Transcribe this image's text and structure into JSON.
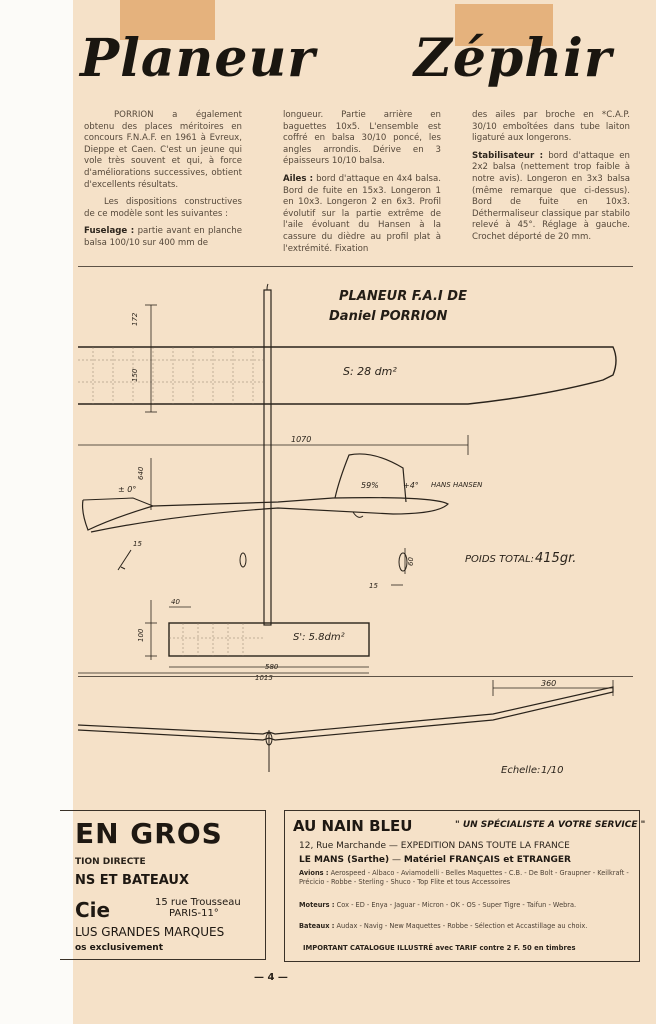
{
  "page": {
    "title_word1": "Planeur",
    "title_word2": "Zéphir",
    "page_number": "— 4 —"
  },
  "article": {
    "col1": {
      "p1": "PORRION a également obtenu des places méritoires en concours F.N.A.F. en 1961 à Evreux, Dieppe et Caen. C'est un jeune qui vole très souvent et qui, à force d'améliorations successives, obtient d'excellents résultats.",
      "p2": "Les dispositions constructives de ce modèle sont les suivantes :",
      "p3_label": "Fuselage :",
      "p3": "partie avant en planche balsa 100/10 sur 400 mm de"
    },
    "col2": {
      "p1": "longueur. Partie arrière en baguettes 10x5. L'ensemble est coffré en balsa 30/10 poncé, les angles arrondis. Dérive en 3 épaisseurs 10/10 balsa.",
      "p2_label": "Ailes :",
      "p2": "bord d'attaque en 4x4 balsa. Bord de fuite en 15x3. Longeron 1 en 10x3. Longeron 2 en 6x3. Profil évolutif sur la partie extrême de l'aile évoluant du Hansen à la cassure du dièdre au profil plat à l'extrémité. Fixation"
    },
    "col3": {
      "p1": "des ailes par broche en *C.A.P. 30/10 emboîtées dans tube laiton ligaturé aux longerons.",
      "p2_label": "Stabilisateur :",
      "p2": "bord d'attaque en 2x2 balsa (nettement trop faible à notre avis). Longeron en 3x3 balsa (même remarque que ci-dessus). Bord de fuite en 10x3. Déthermaliseur classique par stabilo relevé à 45°. Réglage à gauche. Crochet déporté de 20 mm."
    }
  },
  "drawing": {
    "heading_line1": "PLANEUR F.A.I DE",
    "heading_line2": "Daniel PORRION",
    "wing_area": "S: 28 dm²",
    "stab_area": "S': 5.8dm²",
    "total_weight_label": "POIDS TOTAL:",
    "total_weight_value": "415gr.",
    "airfoil_label": "HANS HANSEN",
    "incidence_wing": "+4°",
    "incidence_stab": "± 0°",
    "percent": "59%",
    "scale_label": "Echelle:",
    "scale_value": "1/10",
    "dims": {
      "d172": "172",
      "d150": "150",
      "d1070": "1070",
      "d640": "640",
      "d40": "40",
      "d100": "100",
      "d580": "580",
      "d1015": "1015",
      "d360": "360",
      "d15a": "15",
      "d15b": "15",
      "d60": "60"
    }
  },
  "ads": {
    "left": {
      "line1": "EN GROS",
      "line2": "TION DIRECTE",
      "line3": "NS ET BATEAUX",
      "line4": "Cie",
      "address1": "15 rue Trousseau",
      "address2": "PARIS-11°",
      "line6": "LUS GRANDES MARQUES",
      "line7": "os exclusivement"
    },
    "right": {
      "name": "AU NAIN BLEU",
      "slogan": "\" UN SPÉCIALISTE A VOTRE SERVICE \"",
      "row1_left": "12, Rue Marchande",
      "row1_right": "EXPEDITION DANS TOUTE LA FRANCE",
      "row2_left": "LE MANS (Sarthe)",
      "row2_right": "Matériel FRANÇAIS et ETRANGER",
      "avions_label": "Avions :",
      "avions": "Aerospeed - Albaco - Aviamodelli - Belles Maquettes - C.B. - De Bolt - Graupner - Keilkraft - Précicio - Robbe - Sterling - Shuco - Top Flite et tous Accessoires",
      "moteurs_label": "Moteurs :",
      "moteurs": "Cox - ED - Enya - Jaguar - Micron - OK - OS - Super Tigre - Taifun - Webra.",
      "bateaux_label": "Bateaux :",
      "bateaux": "Audax - Navig - New Maquettes - Robbe - Sélection et Accastillage au choix.",
      "footer": "IMPORTANT CATALOGUE ILLUSTRÉ avec TARIF contre 2 F. 50 en timbres"
    }
  }
}
